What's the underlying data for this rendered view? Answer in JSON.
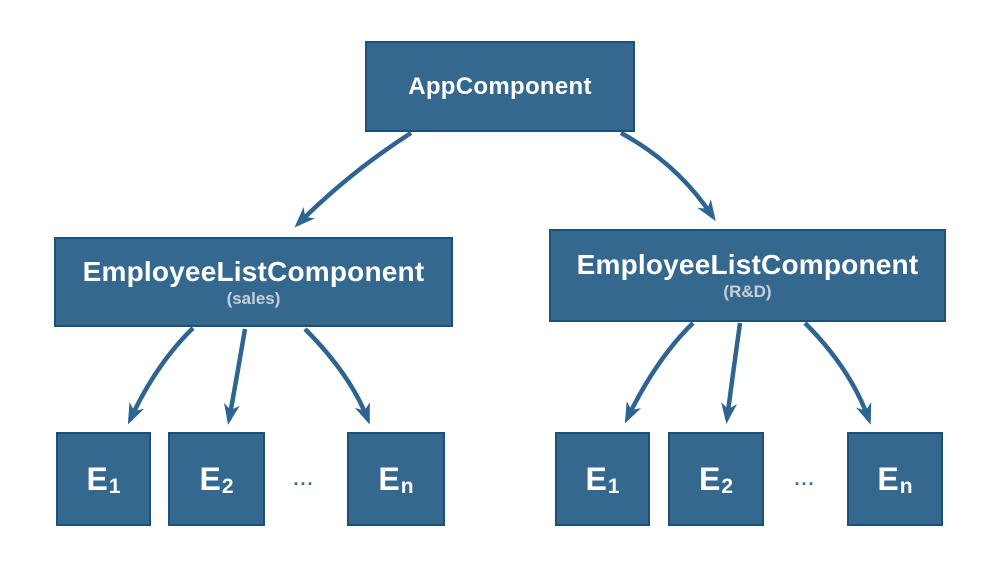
{
  "diagram": {
    "title_implicit": "Angular component tree",
    "colors": {
      "background": "#ffffff",
      "box_fill": "#35688E",
      "box_border": "#1D5078",
      "arrow": "#2E6492",
      "title_text": "#ffffff",
      "subtitle_text": "#C9CFD8",
      "ellipsis_text": "#3A6A94"
    },
    "root": {
      "label": "AppComponent"
    },
    "branches": [
      {
        "label": "EmployeeListComponent",
        "sublabel": "(sales)",
        "ellipsis": "...",
        "children": [
          {
            "base": "E",
            "sub": "1"
          },
          {
            "base": "E",
            "sub": "2"
          },
          {
            "base": "E",
            "sub": "n"
          }
        ]
      },
      {
        "label": "EmployeeListComponent",
        "sublabel": "(R&D)",
        "ellipsis": "...",
        "children": [
          {
            "base": "E",
            "sub": "1"
          },
          {
            "base": "E",
            "sub": "2"
          },
          {
            "base": "E",
            "sub": "n"
          }
        ]
      }
    ]
  }
}
